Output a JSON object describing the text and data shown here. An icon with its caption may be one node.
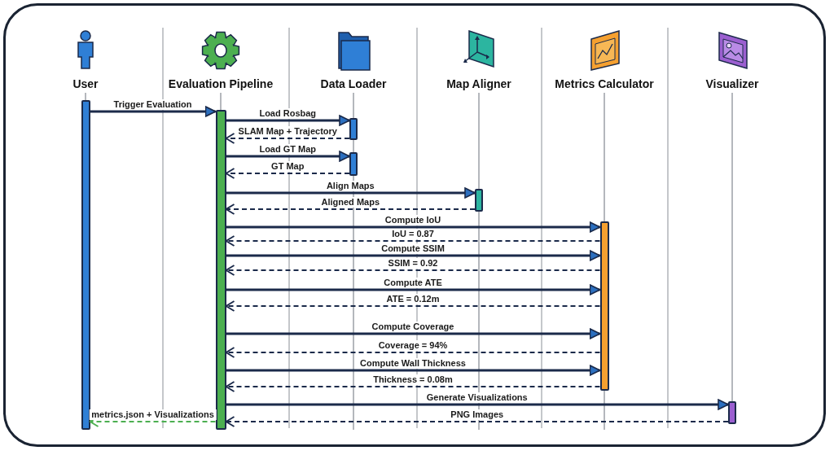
{
  "diagram": {
    "nodes": [
      {
        "text": [
          "User"
        ]
      },
      {
        "text": [
          "Evaluation Pipeline"
        ]
      },
      {
        "text": [
          "Data Loader"
        ]
      },
      {
        "text": [
          "Map Aligner"
        ]
      },
      {
        "text": [
          "Metrics Calculator"
        ]
      },
      {
        "text": [
          "Visualizer"
        ]
      },
      {
        "text": [],
        "shape": "bar"
      },
      {
        "text": [],
        "shape": "bar"
      },
      {
        "text": [],
        "shape": "bar"
      },
      {
        "text": [],
        "shape": "bar"
      },
      {
        "text": [],
        "shape": "bar"
      },
      {
        "text": [],
        "shape": "bar"
      },
      {
        "text": [],
        "shape": "bar"
      }
    ],
    "edges": [
      {
        "from": 6,
        "to": 7,
        "arrow": "to",
        "label": "Trigger Evaluation"
      },
      {
        "from": 7,
        "to": 8,
        "arrow": "to",
        "label": "Load Rosbag"
      },
      {
        "from": 8,
        "to": 7,
        "arrow": "to",
        "label": "SLAM Map + Trajectory",
        "style": "dashed"
      },
      {
        "from": 7,
        "to": 9,
        "arrow": "to",
        "label": "Load GT Map"
      },
      {
        "from": 9,
        "to": 7,
        "arrow": "to",
        "label": "GT Map",
        "style": "dashed"
      },
      {
        "from": 7,
        "to": 10,
        "arrow": "to",
        "label": "Align Maps"
      },
      {
        "from": 10,
        "to": 7,
        "arrow": "to",
        "label": "Aligned Maps",
        "style": "dashed"
      },
      {
        "from": 7,
        "to": 11,
        "arrow": "to",
        "label": "Compute IoU"
      },
      {
        "from": 11,
        "to": 7,
        "arrow": "to",
        "label": "IoU = 0.87",
        "style": "dashed"
      },
      {
        "from": 7,
        "to": 11,
        "arrow": "to",
        "label": "Compute SSIM"
      },
      {
        "from": 11,
        "to": 7,
        "arrow": "to",
        "label": "SSIM = 0.92",
        "style": "dashed"
      },
      {
        "from": 7,
        "to": 11,
        "arrow": "to",
        "label": "Compute ATE"
      },
      {
        "from": 11,
        "to": 7,
        "arrow": "to",
        "label": "ATE = 0.12m",
        "style": "dashed"
      },
      {
        "from": 7,
        "to": 11,
        "arrow": "to",
        "label": "Compute Coverage"
      },
      {
        "from": 11,
        "to": 7,
        "arrow": "to",
        "label": "Coverage = 94%",
        "style": "dashed"
      },
      {
        "from": 7,
        "to": 11,
        "arrow": "to",
        "label": "Compute Wall Thickness"
      },
      {
        "from": 11,
        "to": 7,
        "arrow": "to",
        "label": "Thickness = 0.08m",
        "style": "dashed"
      },
      {
        "from": 7,
        "to": 12,
        "arrow": "to",
        "label": "Generate Visualizations"
      },
      {
        "from": 12,
        "to": 7,
        "arrow": "to",
        "label": "PNG Images",
        "style": "dashed"
      },
      {
        "from": 7,
        "to": 6,
        "arrow": "to",
        "label": "metrics.json + Visualizations",
        "style": "dashed",
        "color": "#4caf50"
      },
      {
        "from": 0,
        "to": 6,
        "arrow": "none",
        "color": "#6b717a"
      },
      {
        "from": 1,
        "to": 7,
        "arrow": "none",
        "color": "#6b717a"
      },
      {
        "from": 2,
        "to": 8,
        "arrow": "none",
        "color": "#6b717a"
      },
      {
        "from": 8,
        "to": 9,
        "arrow": "none",
        "color": "#6b717a"
      },
      {
        "from": 9,
        "to": null,
        "arrow": "none",
        "color": "#6b717a"
      },
      {
        "from": 3,
        "to": 10,
        "arrow": "none",
        "color": "#6b717a"
      },
      {
        "from": 10,
        "to": null,
        "arrow": "none",
        "color": "#6b717a"
      },
      {
        "from": 4,
        "to": 11,
        "arrow": "none",
        "color": "#6b717a"
      },
      {
        "from": 11,
        "to": null,
        "arrow": "none",
        "color": "#6b717a"
      },
      {
        "from": 5,
        "to": 12,
        "arrow": "none",
        "color": "#6b717a"
      }
    ]
  }
}
